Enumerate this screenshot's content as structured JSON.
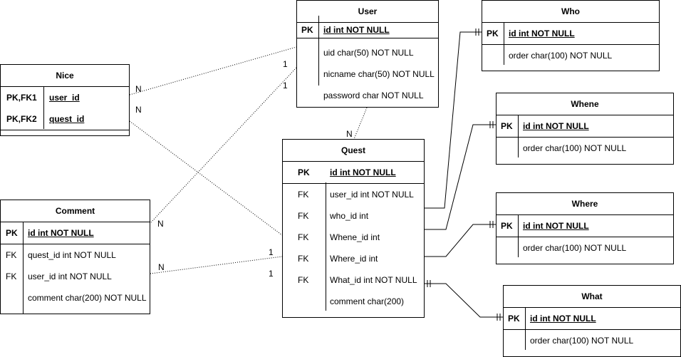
{
  "tables": {
    "user": {
      "title": "User",
      "pk": {
        "key": "PK",
        "field": "id int NOT NULL"
      },
      "rows": [
        {
          "key": "",
          "field": "uid char(50) NOT NULL"
        },
        {
          "key": "",
          "field": "nicname char(50) NOT NULL"
        },
        {
          "key": "",
          "field": "password char NOT NULL"
        }
      ]
    },
    "who": {
      "title": "Who",
      "pk": {
        "key": "PK",
        "field": "id int NOT NULL"
      },
      "rows": [
        {
          "key": "",
          "field": "order char(100) NOT NULL"
        }
      ]
    },
    "whene": {
      "title": "Whene",
      "pk": {
        "key": "PK",
        "field": "id int NOT NULL"
      },
      "rows": [
        {
          "key": "",
          "field": "order char(100) NOT NULL"
        }
      ]
    },
    "where": {
      "title": "Where",
      "pk": {
        "key": "PK",
        "field": "id int NOT NULL"
      },
      "rows": [
        {
          "key": "",
          "field": "order char(100) NOT NULL"
        }
      ]
    },
    "what": {
      "title": "What",
      "pk": {
        "key": "PK",
        "field": "id int NOT NULL"
      },
      "rows": [
        {
          "key": "",
          "field": "order char(100) NOT NULL"
        }
      ]
    },
    "nice": {
      "title": "Nice",
      "pks": [
        {
          "key": "PK,FK1",
          "field": "user_id"
        },
        {
          "key": "PK,FK2",
          "field": "quest_id"
        }
      ]
    },
    "quest": {
      "title": "Quest",
      "pk": {
        "key": "PK",
        "field": "id int NOT NULL"
      },
      "rows": [
        {
          "key": "FK",
          "field": "user_id int NOT NULL"
        },
        {
          "key": "FK",
          "field": "who_id int"
        },
        {
          "key": "FK",
          "field": "Whene_id int"
        },
        {
          "key": "FK",
          "field": "Where_id int"
        },
        {
          "key": "FK",
          "field": "What_id int NOT NULL"
        },
        {
          "key": "",
          "field": "comment char(200)"
        }
      ]
    },
    "comment": {
      "title": "Comment",
      "pk": {
        "key": "PK",
        "field": "id int NOT NULL"
      },
      "rows": [
        {
          "key": "FK",
          "field": "quest_id int NOT NULL"
        },
        {
          "key": "FK",
          "field": "user_id int NOT NULL"
        },
        {
          "key": "",
          "field": "comment char(200) NOT NULL"
        }
      ]
    }
  },
  "labels": {
    "nice_user_n": "N",
    "user_nice_1": "1",
    "nice_quest_n": "N",
    "user_comment_1": "1",
    "user_quest_n": "N",
    "comment_user_n": "N",
    "comment_quest_n": "N",
    "quest_comment_1a": "1",
    "quest_comment_1b": "1"
  }
}
